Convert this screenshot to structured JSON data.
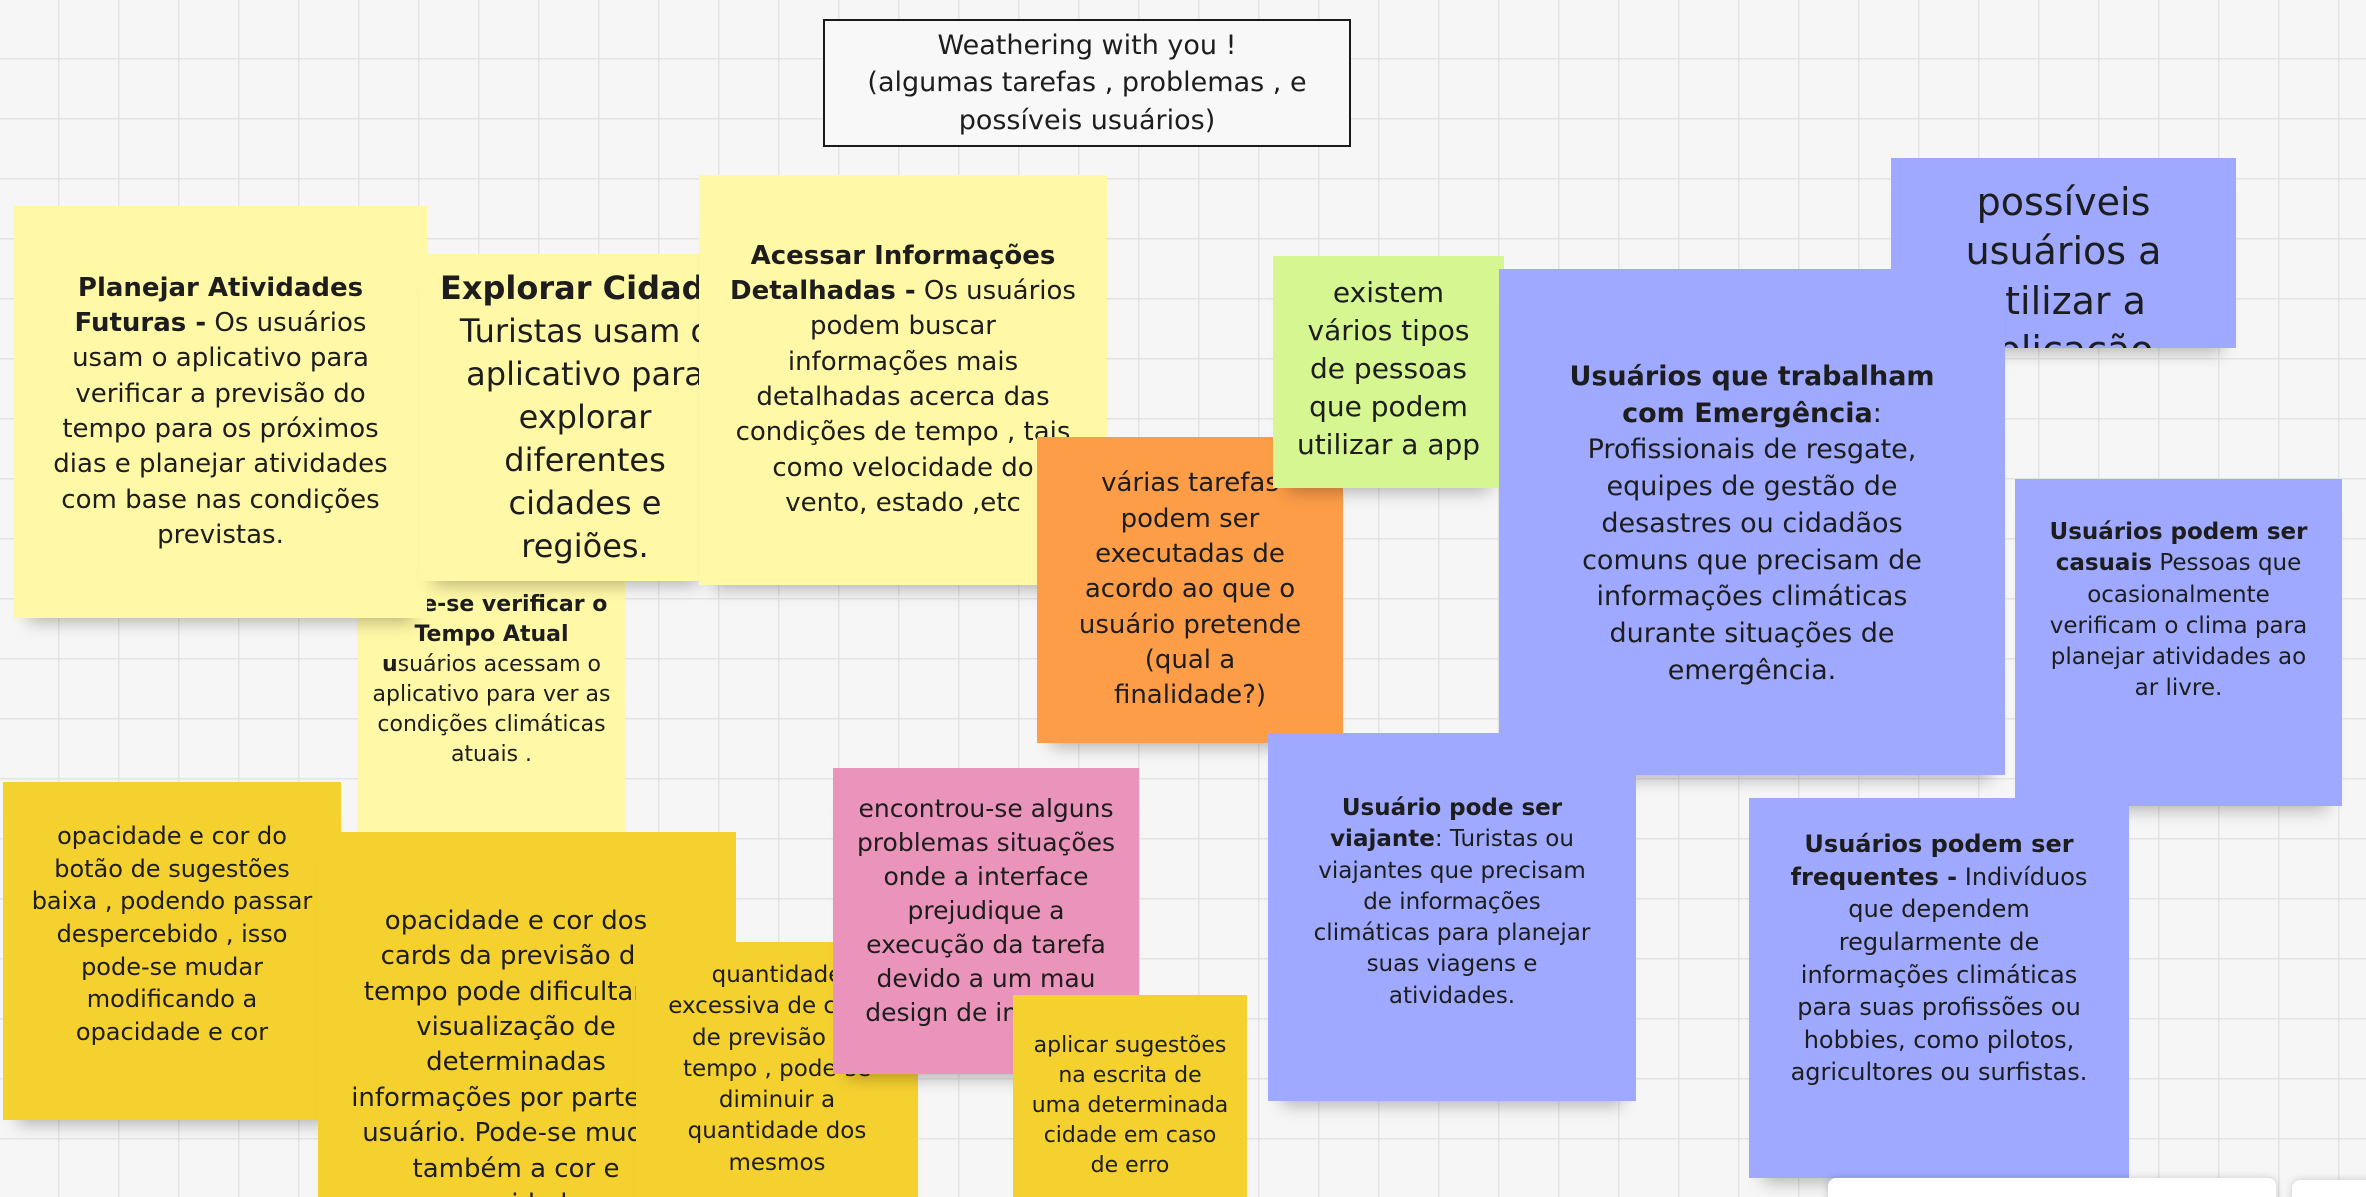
{
  "board": {
    "title_line1": "Weathering with you !",
    "title_line2": "(algumas tarefas , problemas , e",
    "title_line3": "possíveis usuários)"
  },
  "notes": {
    "planejar": {
      "heading": "Planejar Atividades Futuras -",
      "body": " Os usuários usam o aplicativo para verificar a previsão do tempo para os próximos dias e planejar atividades com base nas condições previstas."
    },
    "explorar": {
      "heading": "Explorar Cidades",
      "body": "Turistas usam o aplicativo para explorar diferentes cidades e regiões."
    },
    "acessar": {
      "heading": "Acessar Informações Detalhadas -",
      "body": " Os usuários podem buscar informações mais detalhadas acerca das condições de tempo , tais como velocidade do vento, estado ,etc"
    },
    "tempo_atual": {
      "heading": "pode-se verificar o Tempo Atual",
      "heading_u": "u",
      "body": "suários acessam o aplicativo para ver as condições climáticas atuais ."
    },
    "varias_tarefas": {
      "body": "várias tarefas podem ser executadas de acordo ao que o usuário pretende (qual a finalidade?)"
    },
    "tipos_pessoas": {
      "body": "existem vários tipos de pessoas que podem utilizar a app"
    },
    "possiveis_usuarios": {
      "body": "possíveis usuários a utilizar a aplicação"
    },
    "emergencia": {
      "heading": "Usuários que trabalham com Emergência",
      "body": ": Profissionais de resgate, equipes de gestão de desastres ou cidadãos comuns que precisam de informações climáticas durante situações de emergência."
    },
    "casuais": {
      "heading": "Usuários podem ser casuais",
      "body": " Pessoas que ocasionalmente verificam o clima para planejar atividades ao ar livre."
    },
    "viajante": {
      "heading": "Usuário pode ser viajante",
      "body": ": Turistas ou viajantes que precisam de informações climáticas para planejar suas viagens e atividades."
    },
    "frequentes": {
      "heading": "Usuários podem ser frequentes -",
      "body": " Indivíduos que dependem regularmente de informações climáticas para suas profissões ou hobbies, como pilotos, agricultores ou surfistas."
    },
    "opacidade_botao": {
      "body": "opacidade e cor do botão de sugestões baixa , podendo passar despercebido , isso pode-se mudar modificando a opacidade e cor"
    },
    "opacidade_cards": {
      "body": "opacidade e cor dos cards da previsão de tempo pode dificultar a visualização de determinadas informações por parte do usuário. Pode-se mudar também a cor e opacidade"
    },
    "quantidade": {
      "body": "quantidade excessiva de cards de previsão de tempo , pode-se diminuir a quantidade dos mesmos"
    },
    "problemas": {
      "body": "encontrou-se alguns problemas situações onde a interface prejudique a execução da tarefa devido a um mau design de interface"
    },
    "sugestoes": {
      "body": "aplicar sugestões na escrita de uma determinada cidade em caso de erro"
    }
  }
}
